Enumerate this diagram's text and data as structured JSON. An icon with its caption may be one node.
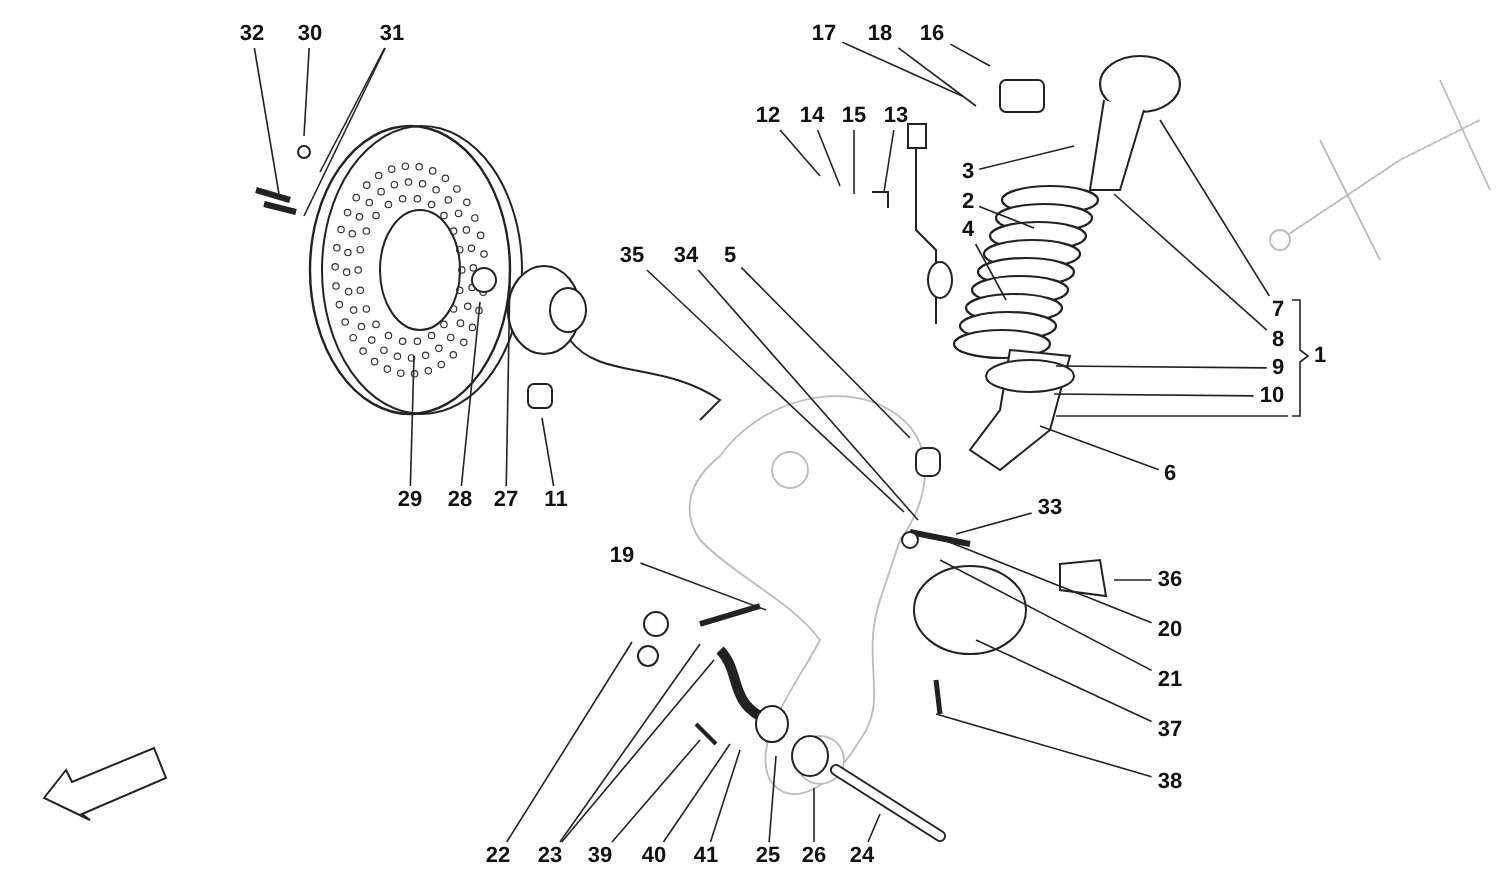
{
  "diagram": {
    "nodes": [
      {
        "text": [
          "32"
        ]
      },
      {
        "text": [
          "30"
        ]
      },
      {
        "text": [
          "31"
        ]
      },
      {
        "text": [
          "17"
        ]
      },
      {
        "text": [
          "18"
        ]
      },
      {
        "text": [
          "16"
        ]
      },
      {
        "text": [
          "12"
        ]
      },
      {
        "text": [
          "14"
        ]
      },
      {
        "text": [
          "15"
        ]
      },
      {
        "text": [
          "13"
        ]
      },
      {
        "text": [
          "3"
        ]
      },
      {
        "text": [
          "2"
        ]
      },
      {
        "text": [
          "4"
        ]
      },
      {
        "text": [
          "35"
        ]
      },
      {
        "text": [
          "34"
        ]
      },
      {
        "text": [
          "5"
        ]
      },
      {
        "text": [
          "7"
        ]
      },
      {
        "text": [
          "8"
        ]
      },
      {
        "text": [
          "1"
        ]
      },
      {
        "text": [
          "9"
        ]
      },
      {
        "text": [
          "10"
        ]
      },
      {
        "text": [
          "6"
        ]
      },
      {
        "text": [
          "29"
        ]
      },
      {
        "text": [
          "28"
        ]
      },
      {
        "text": [
          "27"
        ]
      },
      {
        "text": [
          "11"
        ]
      },
      {
        "text": [
          "33"
        ]
      },
      {
        "text": [
          "19"
        ]
      },
      {
        "text": [
          "36"
        ]
      },
      {
        "text": [
          "20"
        ]
      },
      {
        "text": [
          "21"
        ]
      },
      {
        "text": [
          "37"
        ]
      },
      {
        "text": [
          "38"
        ]
      },
      {
        "text": [
          "22"
        ]
      },
      {
        "text": [
          "23"
        ]
      },
      {
        "text": [
          "39"
        ]
      },
      {
        "text": [
          "40"
        ]
      },
      {
        "text": [
          "41"
        ]
      },
      {
        "text": [
          "25"
        ]
      },
      {
        "text": [
          "26"
        ]
      },
      {
        "text": [
          "24"
        ]
      }
    ],
    "edges": [
      {
        "from": 0,
        "to": null,
        "arrow": "none"
      },
      {
        "from": 1,
        "to": null,
        "arrow": "none"
      },
      {
        "from": 2,
        "to": null,
        "arrow": "none"
      },
      {
        "from": 2,
        "to": null,
        "arrow": "none"
      },
      {
        "from": 3,
        "to": null,
        "arrow": "none"
      },
      {
        "from": 4,
        "to": null,
        "arrow": "none"
      },
      {
        "from": 5,
        "to": null,
        "arrow": "none"
      },
      {
        "from": 6,
        "to": null,
        "arrow": "none"
      },
      {
        "from": 7,
        "to": null,
        "arrow": "none"
      },
      {
        "from": 8,
        "to": null,
        "arrow": "none"
      },
      {
        "from": 9,
        "to": null,
        "arrow": "none"
      },
      {
        "from": 10,
        "to": null,
        "arrow": "none"
      },
      {
        "from": 11,
        "to": null,
        "arrow": "none"
      },
      {
        "from": 12,
        "to": null,
        "arrow": "none"
      },
      {
        "from": 13,
        "to": null,
        "arrow": "none"
      },
      {
        "from": 14,
        "to": null,
        "arrow": "none"
      },
      {
        "from": 15,
        "to": null,
        "arrow": "none"
      },
      {
        "from": 16,
        "to": null,
        "arrow": "none"
      },
      {
        "from": 17,
        "to": null,
        "arrow": "none"
      },
      {
        "from": 19,
        "to": null,
        "arrow": "none"
      },
      {
        "from": 20,
        "to": null,
        "arrow": "none"
      },
      {
        "from": 21,
        "to": null,
        "arrow": "none"
      },
      {
        "from": 22,
        "to": null,
        "arrow": "none"
      },
      {
        "from": 23,
        "to": null,
        "arrow": "none"
      },
      {
        "from": 24,
        "to": null,
        "arrow": "none"
      },
      {
        "from": 25,
        "to": null,
        "arrow": "none"
      },
      {
        "from": 26,
        "to": null,
        "arrow": "none"
      },
      {
        "from": 27,
        "to": null,
        "arrow": "none"
      },
      {
        "from": 28,
        "to": null,
        "arrow": "none"
      },
      {
        "from": 29,
        "to": null,
        "arrow": "none"
      },
      {
        "from": 30,
        "to": null,
        "arrow": "none"
      },
      {
        "from": 31,
        "to": null,
        "arrow": "none"
      },
      {
        "from": 32,
        "to": null,
        "arrow": "none"
      },
      {
        "from": 33,
        "to": null,
        "arrow": "none"
      },
      {
        "from": 34,
        "to": null,
        "arrow": "none"
      },
      {
        "from": 34,
        "to": null,
        "arrow": "none"
      },
      {
        "from": 35,
        "to": null,
        "arrow": "none"
      },
      {
        "from": 36,
        "to": null,
        "arrow": "none"
      },
      {
        "from": 37,
        "to": null,
        "arrow": "none"
      },
      {
        "from": 38,
        "to": null,
        "arrow": "none"
      },
      {
        "from": 39,
        "to": null,
        "arrow": "none"
      },
      {
        "from": 40,
        "to": null,
        "arrow": "none"
      }
    ]
  }
}
